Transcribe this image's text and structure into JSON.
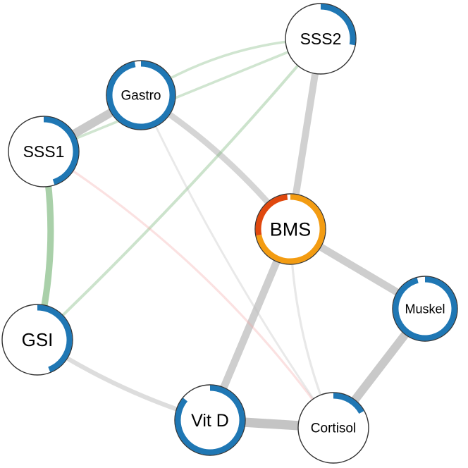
{
  "colors": {
    "ring_default": "#1f77b4",
    "ring_bms_primary": "#f39c12",
    "ring_bms_secondary": "#e0480e",
    "edge_gray": "#bdbdbd",
    "edge_green": "#7cb87c",
    "edge_red": "#f4a6a6"
  },
  "nodes": [
    {
      "id": "sss2",
      "label": "SSS2",
      "ring": "blue",
      "ring_fraction": 0.28
    },
    {
      "id": "gastro",
      "label": "Gastro",
      "ring": "blue",
      "ring_fraction": 0.97
    },
    {
      "id": "sss1",
      "label": "SSS1",
      "ring": "blue",
      "ring_fraction": 0.45
    },
    {
      "id": "bms",
      "label": "BMS",
      "ring": "orange",
      "ring_fraction": 0.72
    },
    {
      "id": "muskel",
      "label": "Muskel",
      "ring": "blue",
      "ring_fraction": 0.96
    },
    {
      "id": "gsi",
      "label": "GSI",
      "ring": "blue",
      "ring_fraction": 0.44
    },
    {
      "id": "vitd",
      "label": "Vit D",
      "ring": "blue",
      "ring_fraction": 0.86
    },
    {
      "id": "cortisol",
      "label": "Cortisol",
      "ring": "blue",
      "ring_fraction": 0.17
    }
  ],
  "edges": [
    {
      "from": "sss1",
      "to": "gastro",
      "color": "gray",
      "weight": 0.75
    },
    {
      "from": "sss1",
      "to": "gsi",
      "color": "green",
      "weight": 0.55
    },
    {
      "from": "gastro",
      "to": "bms",
      "color": "gray",
      "weight": 0.5
    },
    {
      "from": "sss2",
      "to": "bms",
      "color": "gray",
      "weight": 0.6
    },
    {
      "from": "bms",
      "to": "muskel",
      "color": "gray",
      "weight": 0.65
    },
    {
      "from": "bms",
      "to": "vitd",
      "color": "gray",
      "weight": 0.65
    },
    {
      "from": "muskel",
      "to": "cortisol",
      "color": "gray",
      "weight": 0.75
    },
    {
      "from": "vitd",
      "to": "cortisol",
      "color": "gray",
      "weight": 0.85
    },
    {
      "from": "gsi",
      "to": "vitd",
      "color": "gray",
      "weight": 0.35
    },
    {
      "from": "gsi",
      "to": "sss2",
      "color": "green",
      "weight": 0.18
    },
    {
      "from": "gastro",
      "to": "sss2",
      "color": "green",
      "weight": 0.15
    },
    {
      "from": "sss1",
      "to": "sss2",
      "color": "green",
      "weight": 0.15
    },
    {
      "from": "sss1",
      "to": "cortisol",
      "color": "red",
      "weight": 0.12
    },
    {
      "from": "bms",
      "to": "cortisol",
      "color": "gray",
      "weight": 0.12
    },
    {
      "from": "gastro",
      "to": "cortisol",
      "color": "gray",
      "weight": 0.1
    }
  ]
}
